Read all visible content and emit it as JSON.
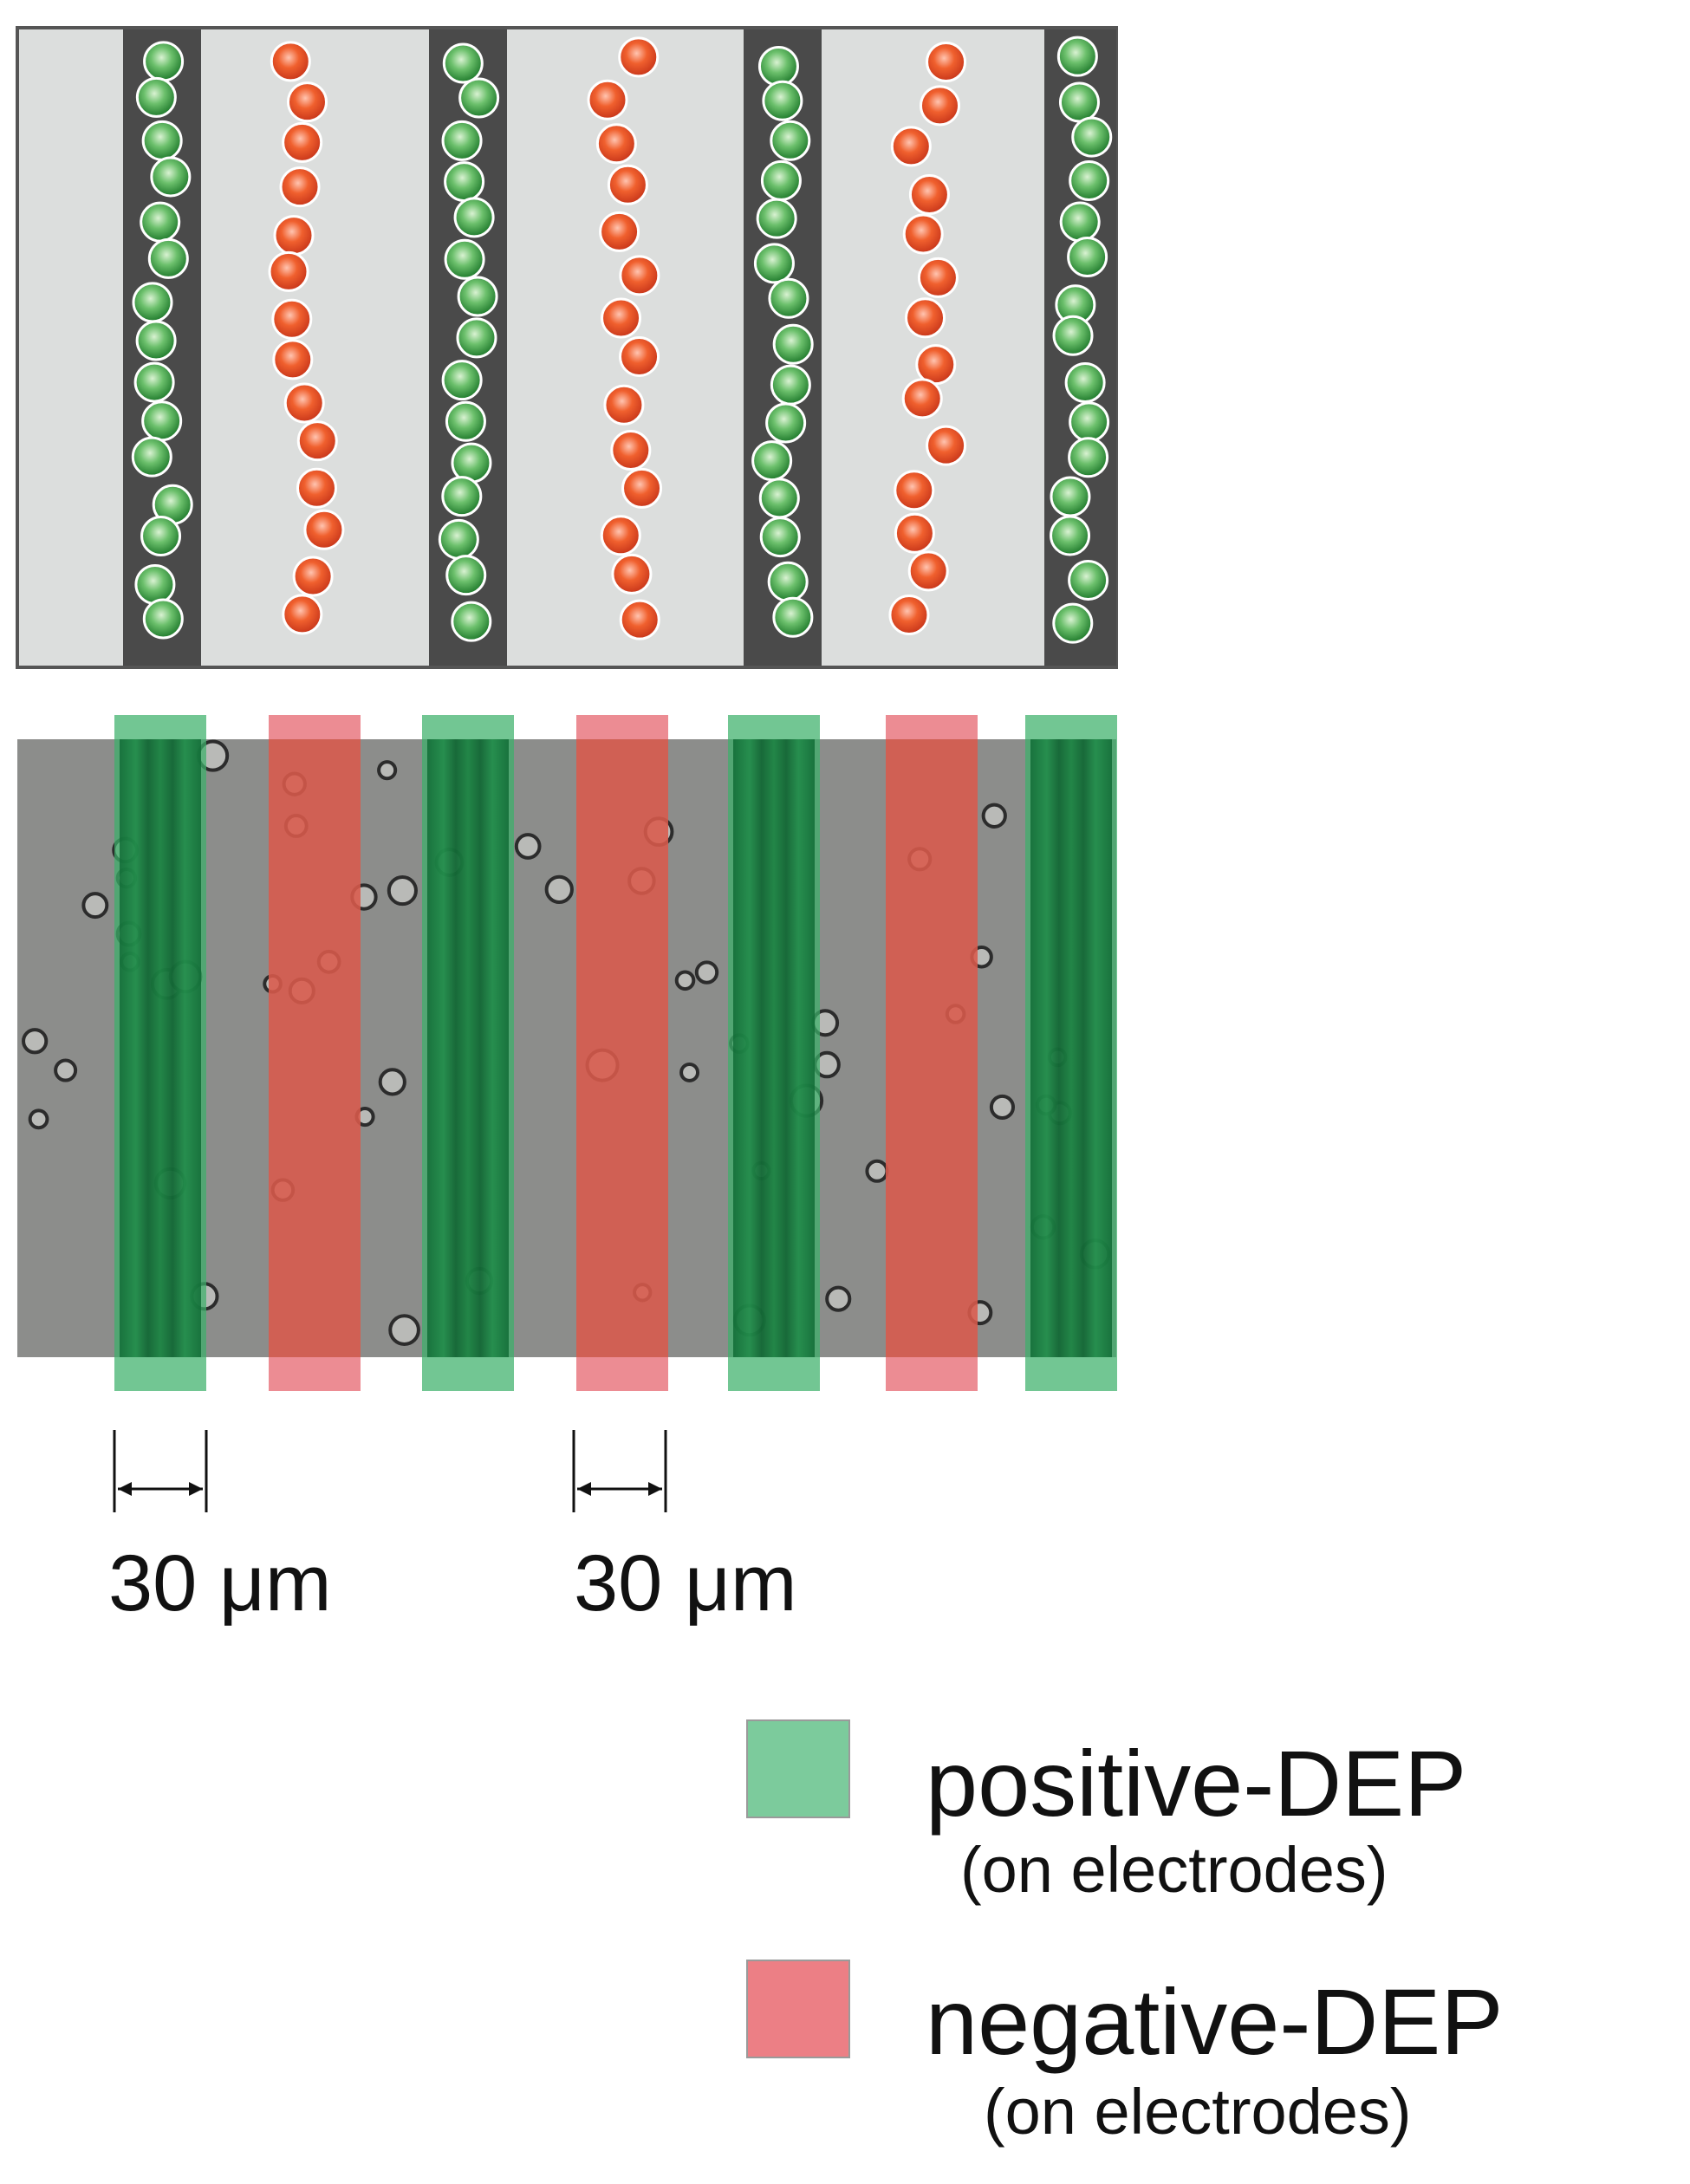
{
  "colors": {
    "schematic_gap": "#dcdedd",
    "schematic_electrode": "#4a4a4a",
    "schematic_border": "#555555",
    "micrograph_bg": "#8c8d8b",
    "green_cell": "#2f8f3a",
    "green_cell_highlight": "#c6e8c0",
    "red_cell": "#e24a26",
    "red_cell_highlight": "#ffb49c",
    "positive_overlay": "#3cb06a",
    "negative_overlay": "#e5606a",
    "legend_positive": "#7ccb9c",
    "legend_negative": "#ec7f85"
  },
  "scale_bars": [
    {
      "label": "30 μm"
    },
    {
      "label": "30 μm"
    }
  ],
  "legend": [
    {
      "name": "positive-DEP",
      "sublabel": "(on electrodes)",
      "color": "#7ccb9c"
    },
    {
      "name": "negative-DEP",
      "sublabel": "(on electrodes)",
      "color": "#ec7f85"
    }
  ]
}
